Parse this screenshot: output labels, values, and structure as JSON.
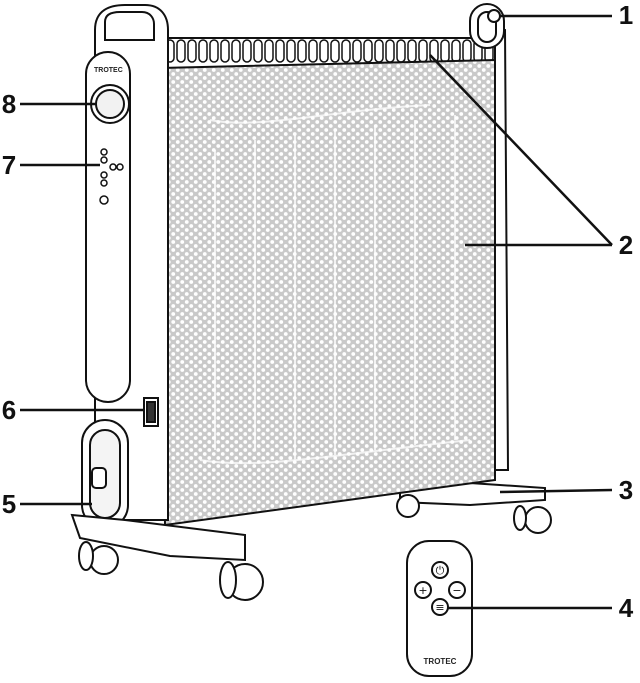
{
  "brand": "TROTEC",
  "remote_brand": "TROTEC",
  "callouts": [
    {
      "id": "1",
      "label": "1"
    },
    {
      "id": "2",
      "label": "2"
    },
    {
      "id": "3",
      "label": "3"
    },
    {
      "id": "4",
      "label": "4"
    },
    {
      "id": "5",
      "label": "5"
    },
    {
      "id": "6",
      "label": "6"
    },
    {
      "id": "7",
      "label": "7"
    },
    {
      "id": "8",
      "label": "8"
    }
  ],
  "remote_buttons": [
    {
      "name": "power",
      "symbol": "⏻"
    },
    {
      "name": "plus",
      "symbol": "+"
    },
    {
      "name": "minus",
      "symbol": "−"
    },
    {
      "name": "menu",
      "symbol": "≡"
    }
  ],
  "colors": {
    "line": "#111111",
    "mesh": "#d9d9d9",
    "body": "#ffffff"
  }
}
